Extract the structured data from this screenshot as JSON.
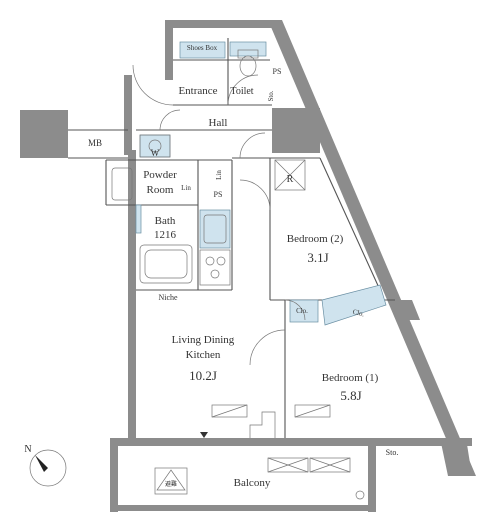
{
  "rooms": {
    "shoes_box": "Shoes Box",
    "entrance": "Entrance",
    "toilet": "Toilet",
    "ps_top": "PS",
    "storage_top": "Sto.",
    "mb": "MB",
    "hall": "Hall",
    "w": "W",
    "powder_room": [
      "Powder",
      "Room"
    ],
    "lin_1": "Lin",
    "lin_2": "Lin",
    "ps_mid": "PS",
    "bath": [
      "Bath",
      "1216"
    ],
    "refrigerator": "R",
    "bedroom2": [
      "Bedroom (2)",
      "3.1J"
    ],
    "closet_1": "Clo.",
    "closet_2": "Clo.",
    "niche": "Niche",
    "ldk": [
      "Living Dining",
      "Kitchen",
      "10.2J"
    ],
    "bedroom1": [
      "Bedroom (1)",
      "5.8J"
    ],
    "storage_bottom": "Sto.",
    "balcony": "Balcony",
    "evac_hatch": "避難",
    "north": "N"
  },
  "colors": {
    "wall": "#8c8c8c",
    "fixture_blue": "#cfe3ee",
    "line": "#555555"
  },
  "icons": [
    "compass-icon",
    "toilet-icon",
    "washbasin-icon",
    "bathtub-icon",
    "stove-icon",
    "sink-icon",
    "evacuation-hatch-icon",
    "door-swing-icon"
  ]
}
